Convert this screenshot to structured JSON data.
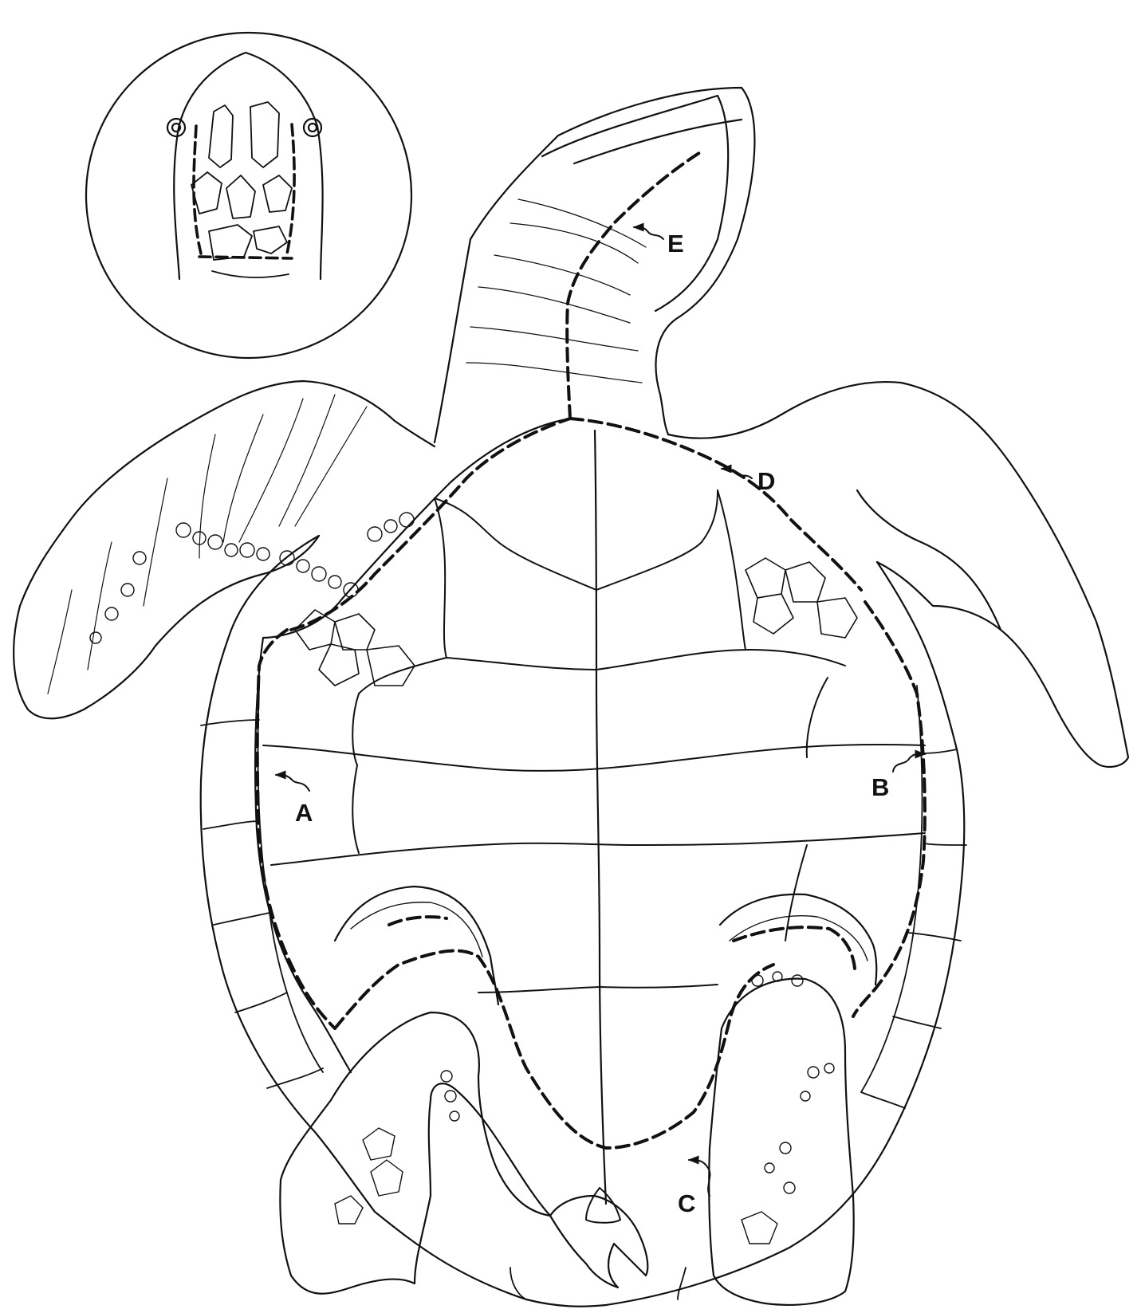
{
  "labels": {
    "a": "A",
    "b": "B",
    "c": "C",
    "d": "D",
    "e": "E"
  },
  "colors": {
    "ink": "#111111",
    "paper": "#ffffff"
  }
}
